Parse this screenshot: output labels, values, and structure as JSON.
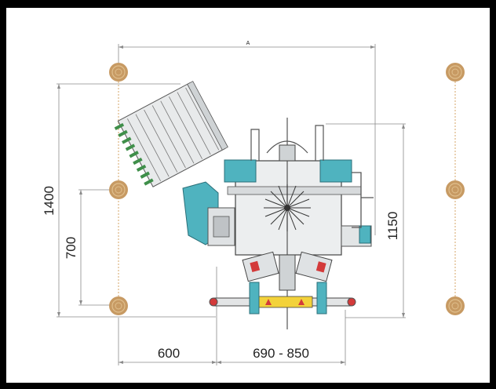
{
  "drawing": {
    "labels": {
      "top_overall": "A",
      "left_height": "1400",
      "left_inner_height": "700",
      "right_height": "1150",
      "bottom_left_width": "600",
      "bottom_right_width": "690 - 850"
    },
    "colors": {
      "frame": "#000000",
      "sheet": "#ffffff",
      "machine_teal": "#4fb3bf",
      "machine_dark": "#2b6f78",
      "steel_gray": "#bfc3c6",
      "dim_line": "#8a8a8a",
      "tree_brown": "#c79a63",
      "row_line": "#e3c39a",
      "warning_yellow": "#f3d23a",
      "accent_red": "#d33a3a"
    }
  }
}
